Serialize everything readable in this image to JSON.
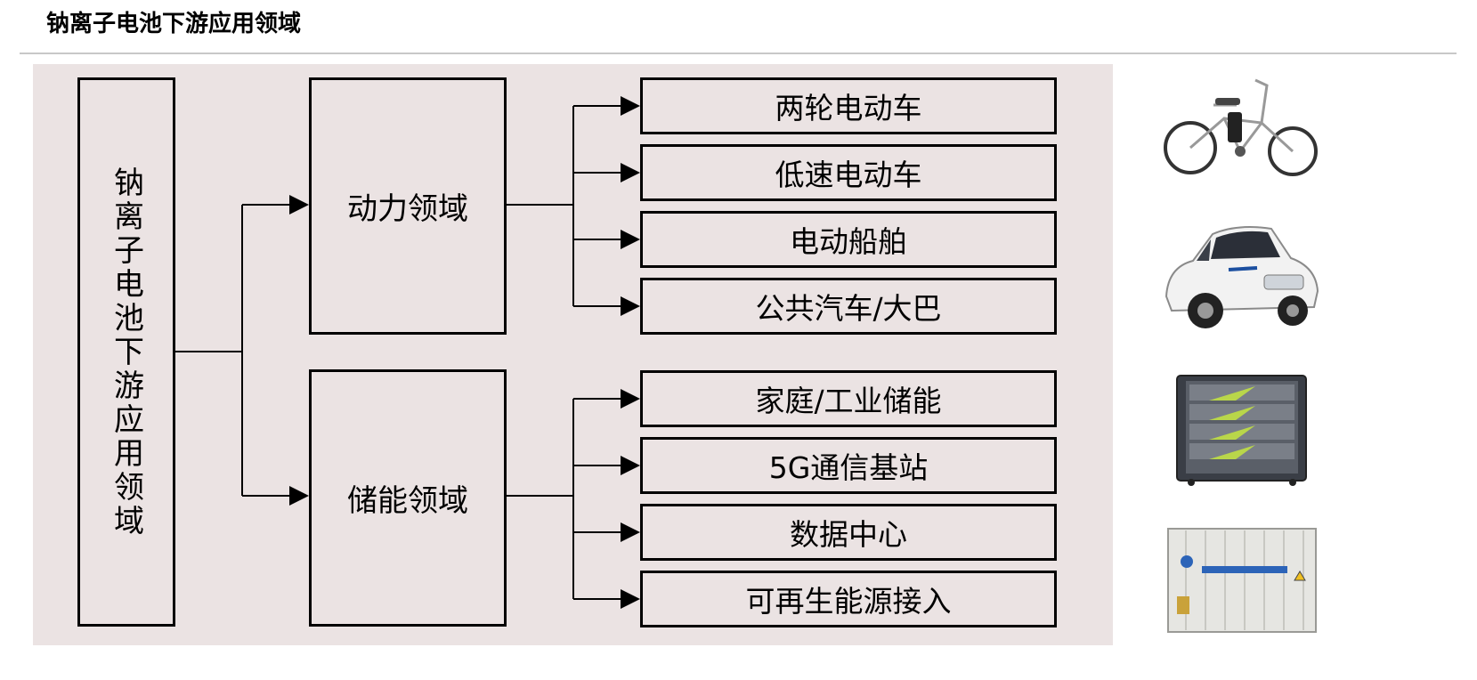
{
  "title": "钠离子电池下游应用领域",
  "root": "钠离子电池下游应用领域",
  "groups": [
    {
      "label": "动力领域",
      "items": [
        "两轮电动车",
        "低速电动车",
        "电动船舶",
        "公共汽车/大巴"
      ]
    },
    {
      "label": "储能领域",
      "items": [
        "家庭/工业储能",
        "5G通信基站",
        "数据中心",
        "可再生能源接入"
      ]
    }
  ],
  "images": [
    "bicycle",
    "electric-car",
    "battery-cabinet",
    "battery-container"
  ],
  "colors": {
    "panel": "#ebe3e3",
    "line": "#000000",
    "rule": "#c8c8c8"
  }
}
